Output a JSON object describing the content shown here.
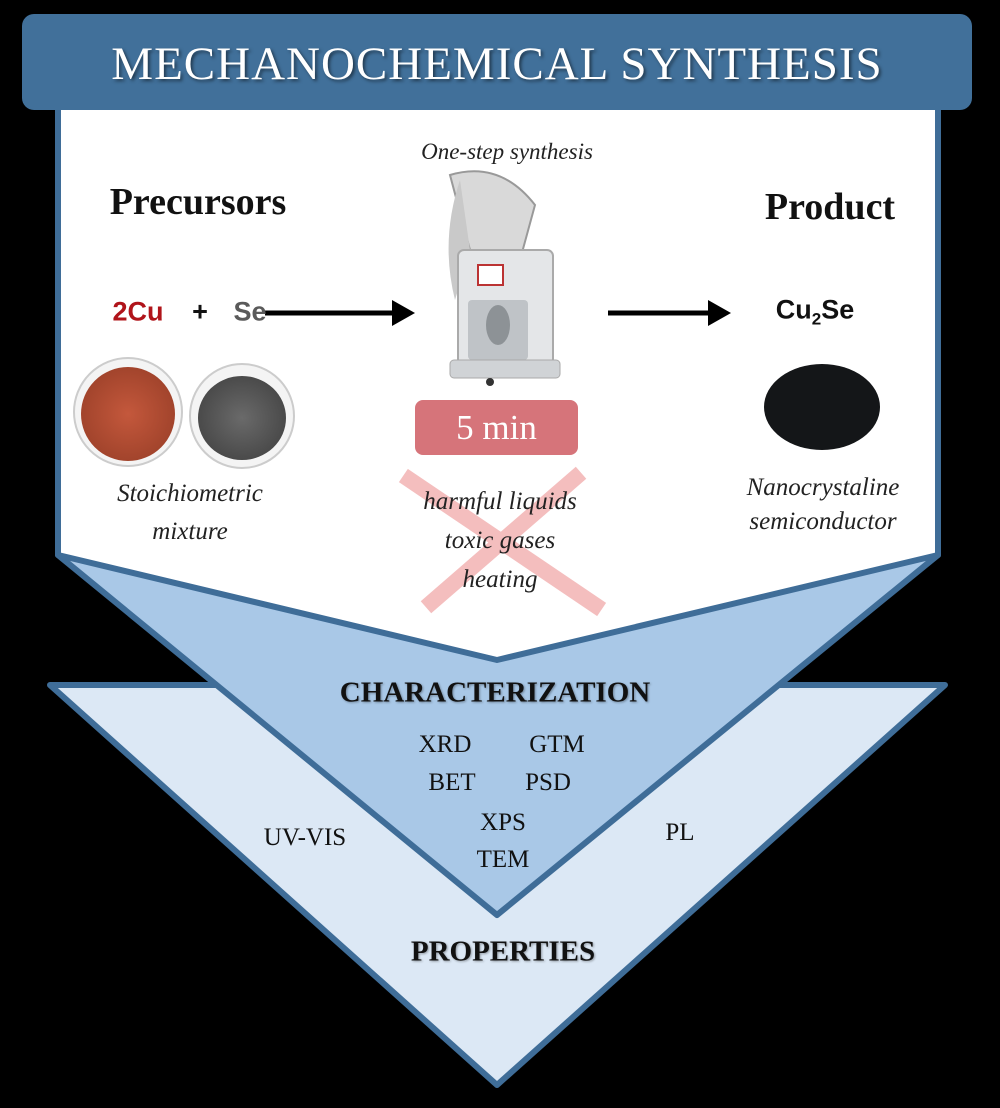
{
  "title": "MECHANOCHEMICAL SYNTHESIS",
  "synthesis": {
    "subtitle": "One-step synthesis",
    "precursors_heading": "Precursors",
    "product_heading": "Product",
    "reactant_1": "2Cu",
    "plus": "+",
    "reactant_2": "Se",
    "product_formula_main": "Cu",
    "product_formula_sub": "2",
    "product_formula_end": "Se",
    "duration": "5 min",
    "precursor_caption": [
      "Stoichiometric",
      "mixture"
    ],
    "product_caption": [
      "Nanocrystaline",
      "semiconductor"
    ],
    "avoided": [
      "harmful liquids",
      "toxic gases",
      "heating"
    ]
  },
  "characterization": {
    "heading": "CHARACTERIZATION",
    "techniques": [
      "XRD",
      "GTM",
      "BET",
      "PSD",
      "XPS",
      "TEM"
    ]
  },
  "properties": {
    "heading": "PROPERTIES",
    "techniques": [
      "UV-VIS",
      "PL"
    ]
  },
  "colors": {
    "header": "#41709a",
    "border": "#3f6d98",
    "characterization_fill": "#a9c8e7",
    "properties_fill": "#dce8f5",
    "copper": "#b0141a",
    "selenium": "#5a5a5a",
    "badge": "#d6747a",
    "cross": "#f3b8b8"
  }
}
